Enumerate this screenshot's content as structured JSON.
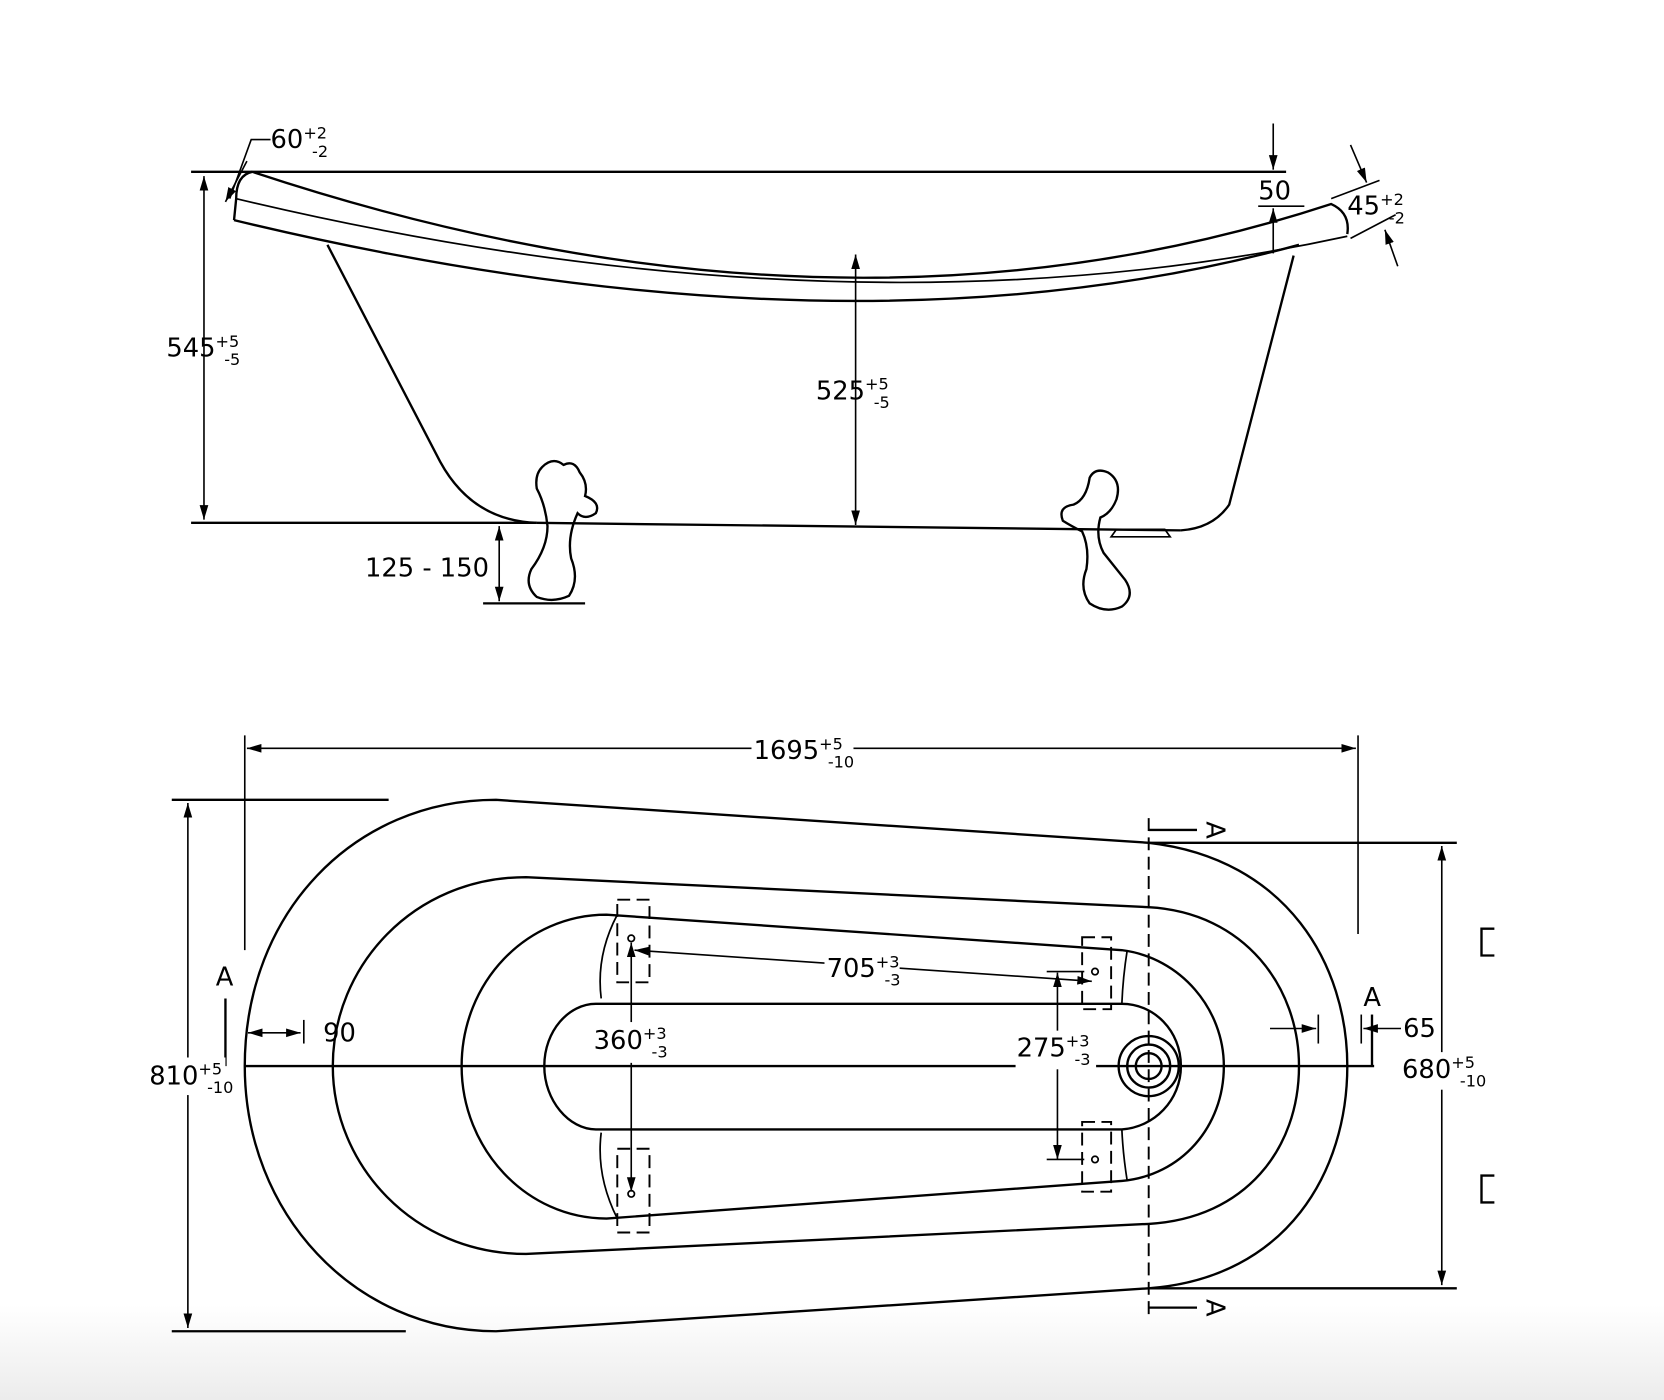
{
  "side_view": {
    "rim_width": {
      "value": "60",
      "plus": "+2",
      "minus": "-2"
    },
    "rim_edge": {
      "value": "45",
      "plus": "+2",
      "minus": "-2"
    },
    "rim_drop": {
      "value": "50"
    },
    "total_height": {
      "value": "545",
      "plus": "+5",
      "minus": "-5"
    },
    "inner_depth": {
      "value": "525",
      "plus": "+5",
      "minus": "-5"
    },
    "leg_height": {
      "value": "125 - 150"
    }
  },
  "plan_view": {
    "length": {
      "value": "1695",
      "plus": "+5",
      "minus": "-10"
    },
    "width": {
      "value": "810",
      "plus": "+5",
      "minus": "-10"
    },
    "narrow_width": {
      "value": "680",
      "plus": "+5",
      "minus": "-10"
    },
    "foot_spacing_long": {
      "value": "705",
      "plus": "+3",
      "minus": "-3"
    },
    "foot_spacing_head": {
      "value": "360",
      "plus": "+3",
      "minus": "-3"
    },
    "foot_spacing_foot": {
      "value": "275",
      "plus": "+3",
      "minus": "-3"
    },
    "left_offset": {
      "value": "90"
    },
    "right_offset": {
      "value": "65"
    },
    "section_label": "A"
  }
}
